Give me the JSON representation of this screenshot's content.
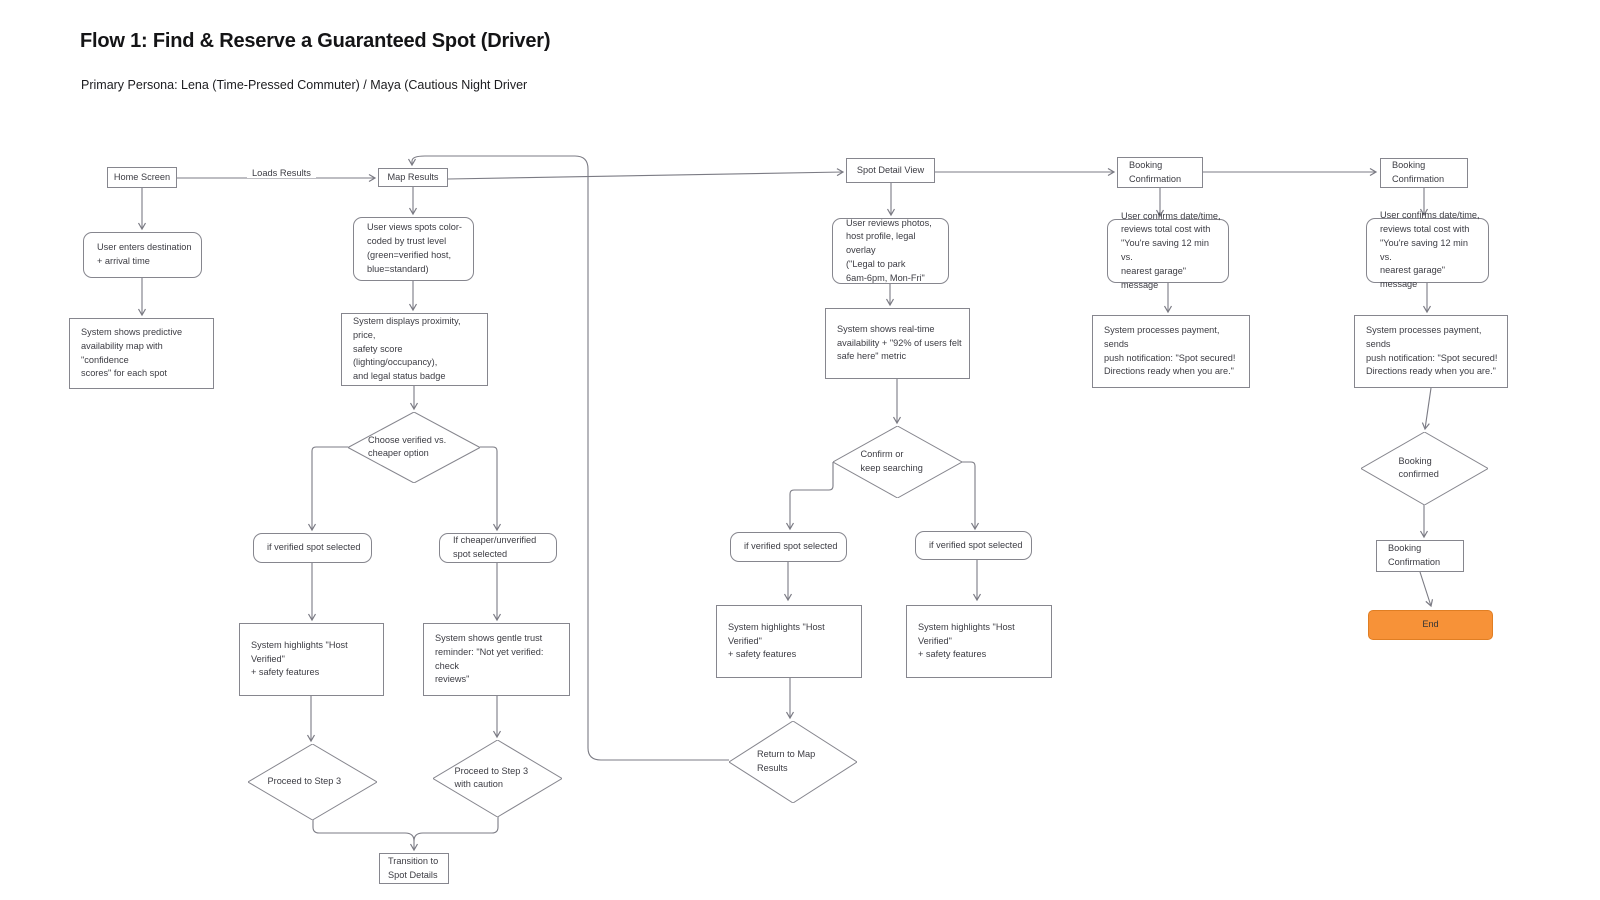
{
  "title": "Flow 1: Find & Reserve a Guaranteed Spot (Driver)",
  "subtitle": "Primary Persona: Lena (Time-Pressed Commuter) / Maya (Cautious Night Driver",
  "edges": {
    "loads_results_label": "Loads Results"
  },
  "colors": {
    "background": "#FFFFFF",
    "node_border": "#86868E",
    "edge_line": "#7B7B84",
    "node_text": "#3C3C43",
    "title_text": "#141416",
    "end_fill": "#F79238",
    "end_border": "#E07E23",
    "end_text": "#363636"
  },
  "nodes": {
    "home_screen": "Home Screen",
    "map_results": "Map Results",
    "spot_detail_view": "Spot Detail View",
    "booking_confirmation_1": "Booking\nConfirmation",
    "booking_confirmation_2": "Booking\nConfirmation",
    "booking_confirmation_3": "Booking\nConfirmation",
    "user_enters_destination": "User enters destination\n+ arrival time",
    "system_predictive_map": "System shows predictive\navailability map with \"confidence\nscores\" for each spot",
    "user_views_spots": "User views spots color-\ncoded by trust level\n(green=verified host,\nblue=standard)",
    "system_displays_proximity": "System displays proximity, price,\nsafety score (lighting/occupancy),\nand legal status badge",
    "choose_verified": "Choose verified vs.\ncheaper option",
    "if_verified_selected_1": "if verified spot selected",
    "if_cheaper_selected": "If cheaper/unverified\nspot selected",
    "system_highlights_1": "System highlights \"Host Verified\"\n+ safety features",
    "system_gentle_reminder": "System shows gentle trust\nreminder: \"Not yet verified: check\nreviews\"",
    "proceed_step3": "Proceed to Step 3",
    "proceed_step3_caution": "Proceed to Step 3\nwith caution",
    "transition_spot_details": "Transition to\nSpot Details",
    "user_reviews_photos": "User reviews photos,\nhost profile, legal overlay\n(\"Legal to park\n6am-6pm, Mon-Fri\"",
    "system_realtime": "System shows real-time\navailability + \"92% of users felt\nsafe here\" metric",
    "confirm_or_search": "Confirm or\nkeep searching",
    "if_verified_selected_2": "if verified spot selected",
    "if_verified_selected_3": "if verified spot selected",
    "system_highlights_2": "System highlights \"Host Verified\"\n+ safety features",
    "system_highlights_3": "System highlights \"Host Verified\"\n+ safety features",
    "return_to_map": "Return to Map\nResults",
    "user_confirms_1": "User confirms date/time,\nreviews total cost with\n\"You're saving 12 min vs.\nnearest garage\" message",
    "system_payment_1": "System processes payment, sends\npush notification: \"Spot secured!\nDirections ready when you are.\"",
    "user_confirms_2": "User confirms date/time,\nreviews total cost with\n\"You're saving 12 min vs.\nnearest garage\" message",
    "system_payment_2": "System processes payment, sends\npush notification: \"Spot secured!\nDirections ready when you are.\"",
    "booking_confirmed": "Booking\nconfirmed",
    "end": "End"
  }
}
